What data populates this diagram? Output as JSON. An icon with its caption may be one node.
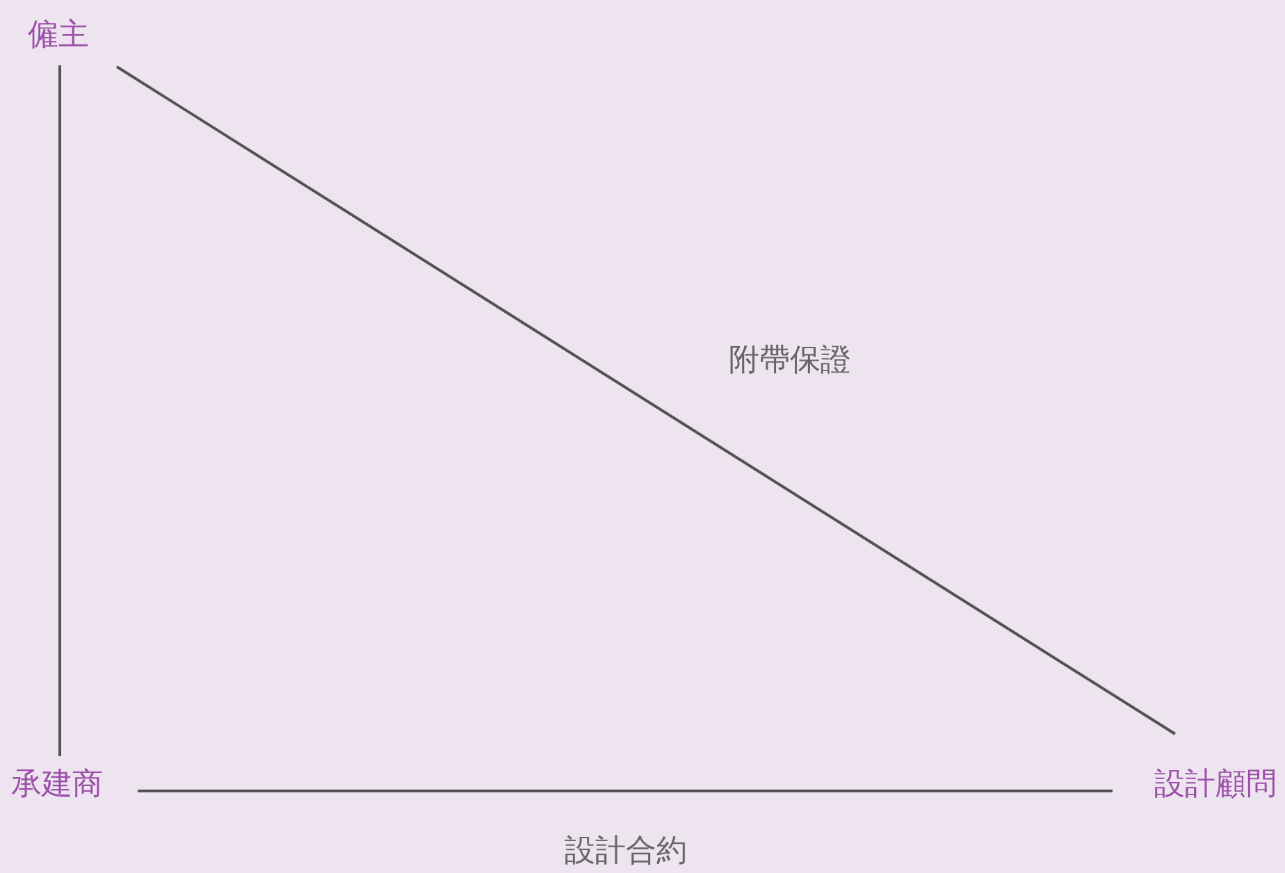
{
  "diagram": {
    "nodes": [
      {
        "text": [
          "僱主"
        ]
      },
      {
        "text": [
          "承建商"
        ]
      },
      {
        "text": [
          "設計顧問"
        ]
      }
    ],
    "edges": [
      {
        "from": 0,
        "to": 1,
        "arrow": "none"
      },
      {
        "from": 0,
        "to": 2,
        "arrow": "none",
        "label": "附帶保證"
      },
      {
        "from": 1,
        "to": 2,
        "arrow": "none",
        "label": "設計合約"
      }
    ]
  }
}
